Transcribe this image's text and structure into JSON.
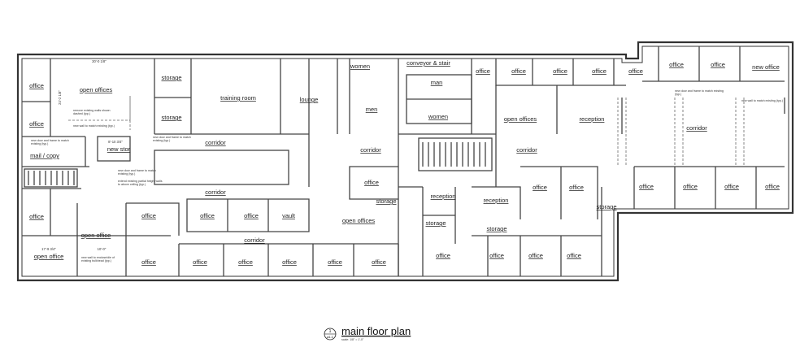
{
  "title": "main floor plan",
  "scale": "scale: 1/8\" = 1'-0\"",
  "detail_tag": {
    "number": "1",
    "sheet": "a1.1"
  },
  "rooms": [
    "office",
    "office",
    "open offices",
    "storage",
    "storage",
    "training room",
    "lounge",
    "women",
    "men",
    "conveyor & stair",
    "man",
    "women",
    "office",
    "office",
    "office",
    "office",
    "office",
    "office",
    "office",
    "new office",
    "open offices",
    "reception",
    "corridor",
    "corridor",
    "corridor",
    "corridor",
    "mail / copy",
    "new stor",
    "corridor",
    "office",
    "storage",
    "reception",
    "reception",
    "office",
    "office",
    "office",
    "office",
    "office",
    "office",
    "storage",
    "storage",
    "storage",
    "office",
    "open office",
    "office",
    "office",
    "office",
    "vault",
    "open offices",
    "corridor",
    "office",
    "office",
    "office",
    "office",
    "office",
    "office",
    "office",
    "office",
    "office",
    "office",
    "open office"
  ],
  "dimensions": [
    "30'-0 1/8\"",
    "24'-2 1/8\"",
    "8'-10 3/4\"",
    "17'-9 3/4\"",
    "10'-0\""
  ],
  "notes": [
    "remove existing walls shown dashed (typ.)",
    "new wall to match existing (typ.)",
    "new door and frame to match existing (typ.)",
    "new door and frame to match existing (typ.)",
    "new door and frame to match existing (typ.)",
    "extend existing partial height walls to above ceiling (typ.)",
    "new wall to enclose/die of existing bulkhead (typ.)",
    "new door and frame to match existing (typ.)",
    "new wall to match existing (typ.)"
  ]
}
